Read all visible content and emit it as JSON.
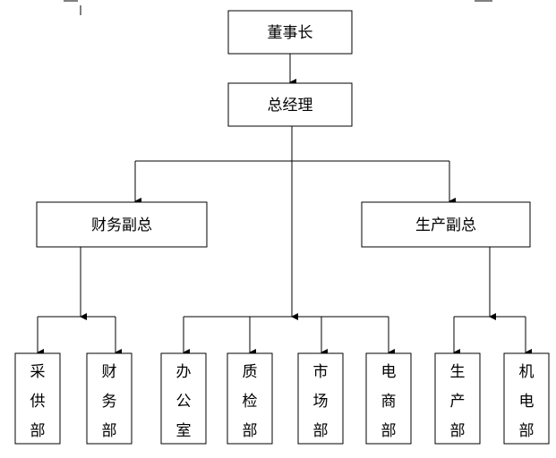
{
  "diagram": {
    "chairman": "董事长",
    "general_manager": "总经理",
    "finance_vp": "财务副总",
    "production_vp": "生产副总",
    "departments": [
      {
        "id": "purchasing",
        "chars": [
          "采",
          "供",
          "部"
        ]
      },
      {
        "id": "finance",
        "chars": [
          "财",
          "务",
          "部"
        ]
      },
      {
        "id": "office",
        "chars": [
          "办",
          "公",
          "室"
        ]
      },
      {
        "id": "quality",
        "chars": [
          "质",
          "检",
          "部"
        ]
      },
      {
        "id": "marketing",
        "chars": [
          "市",
          "场",
          "部"
        ]
      },
      {
        "id": "ecommerce",
        "chars": [
          "电",
          "商",
          "部"
        ]
      },
      {
        "id": "production",
        "chars": [
          "生",
          "产",
          "部"
        ]
      },
      {
        "id": "mechanical",
        "chars": [
          "机",
          "电",
          "部"
        ]
      }
    ]
  }
}
